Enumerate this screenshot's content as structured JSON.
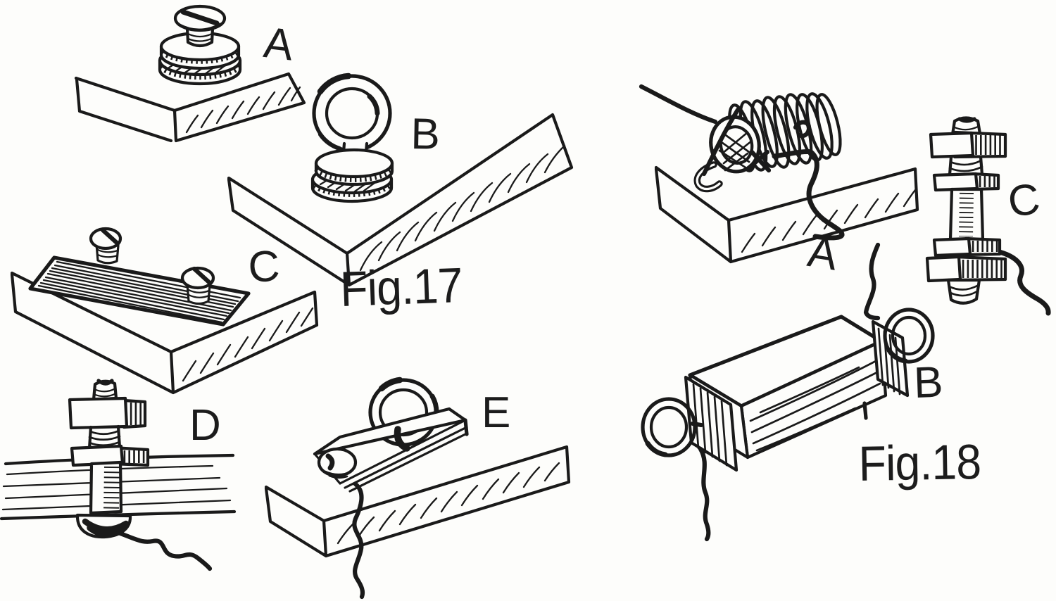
{
  "page": {
    "type": "vintage book line-art illustration",
    "colors": {
      "ink": "#1a1a1a",
      "paper": "#fdfdfb"
    }
  },
  "figure17": {
    "caption": "Fig.17",
    "items": [
      {
        "label": "A",
        "part": "binding post with two knurled nuts on corner of wood base"
      },
      {
        "label": "B",
        "part": "screw eye with two knurled washers on corner of wood base"
      },
      {
        "label": "C",
        "part": "corrugated plate fastened by two round-head screws on wood base"
      },
      {
        "label": "D",
        "part": "bolt through board with knurled nuts, wire wrapped under head"
      },
      {
        "label": "E",
        "part": "split ring held by screw and folded metal clip, wire lead"
      }
    ]
  },
  "figure18": {
    "caption": "Fig.18",
    "items": [
      {
        "label": "A",
        "part": "coil of wire wound over bent staple on wood base"
      },
      {
        "label": "B",
        "part": "wood block with end plates, screw eyes and wire leads"
      },
      {
        "label": "C",
        "part": "bolt with pairs of knurled nuts clamping a wire"
      }
    ]
  }
}
